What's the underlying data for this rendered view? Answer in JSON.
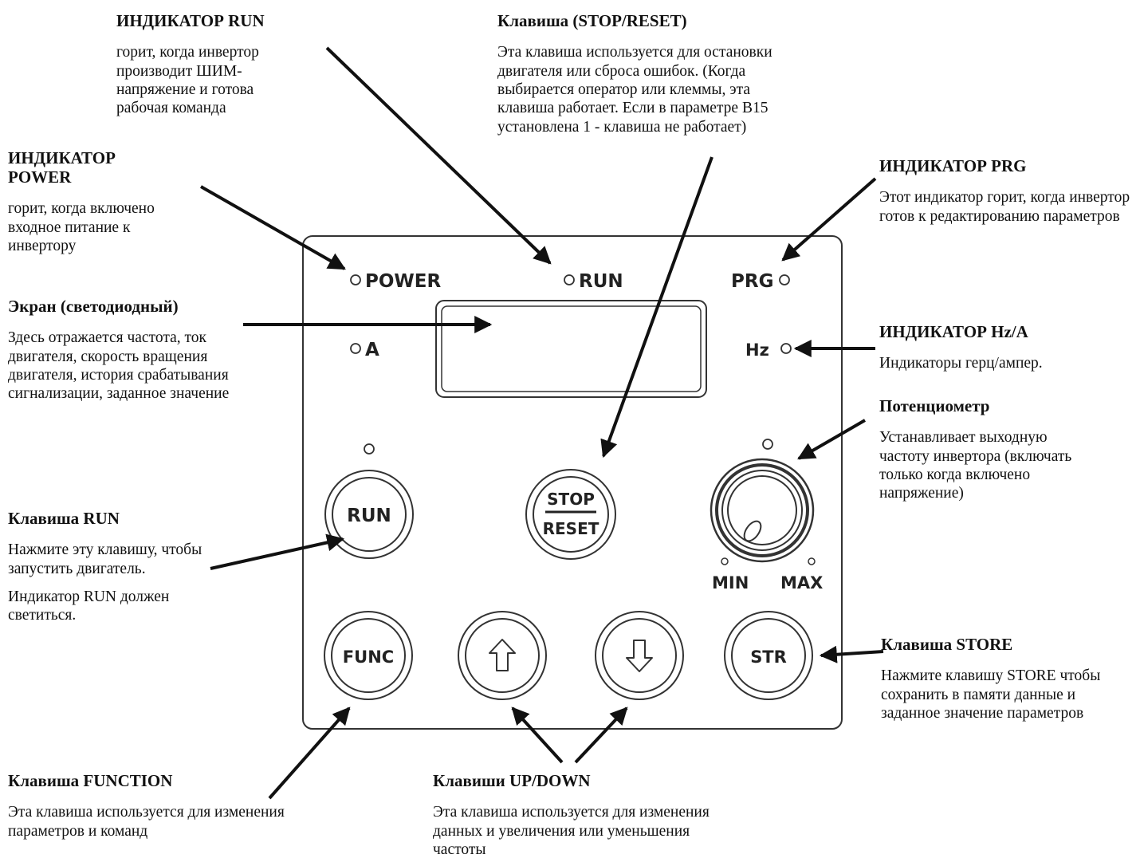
{
  "panel": {
    "led_labels": {
      "power": "POWER",
      "run": "RUN",
      "prg": "PRG",
      "a": "A",
      "hz": "Hz"
    },
    "keys": {
      "run": "RUN",
      "stop": "STOP",
      "reset": "RESET",
      "func": "FUNC",
      "str": "STR"
    },
    "pot_min": "MIN",
    "pot_max": "MAX"
  },
  "annotations": {
    "run_indicator": {
      "title": "ИНДИКАТОР RUN",
      "text": "горит, когда инвертор производит ШИМ-напряжение и готова рабочая команда"
    },
    "stop_key": {
      "title": "Клавиша (STOP/RESET)",
      "text": "Эта клавиша используется для остановки двигателя или сброса ошибок. (Когда выбирается оператор или клеммы, эта клавиша работает. Если в параметре B15 установлена 1 - клавиша не работает)"
    },
    "power_indicator": {
      "title": "ИНДИКАТОР POWER",
      "text": "горит, когда включено входное питание к инвертору"
    },
    "prg_indicator": {
      "title": "ИНДИКАТОР PRG",
      "text": "Этот индикатор горит, когда инвертор готов к редактированию параметров"
    },
    "screen": {
      "title": "Экран (светодиодный)",
      "text": "Здесь отражается частота, ток двигателя, скорость вращения двигателя, история срабатывания сигнализации, заданное значение"
    },
    "hz_indicator": {
      "title": "ИНДИКАТОР Hz/A",
      "text": "Индикаторы герц/ампер."
    },
    "potentiometer": {
      "title": "Потенциометр",
      "text": "Устанавливает выходную частоту инвертора (включать только когда включено напряжение)"
    },
    "run_key": {
      "title": "Клавиша RUN",
      "text": "Нажмите эту клавишу, чтобы запустить двигатель.",
      "text2": "Индикатор RUN должен светиться."
    },
    "store_key": {
      "title": "Клавиша STORE",
      "text": "Нажмите клавишу STORE чтобы сохранить в памяти данные и заданное значение параметров"
    },
    "function_key": {
      "title": "Клавиша FUNCTION",
      "text": "Эта клавиша используется для изменения параметров и команд"
    },
    "updown_keys": {
      "title": "Клавиши UP/DOWN",
      "text": "Эта клавиша используется для изменения данных и увеличения или уменьшения частоты"
    }
  }
}
